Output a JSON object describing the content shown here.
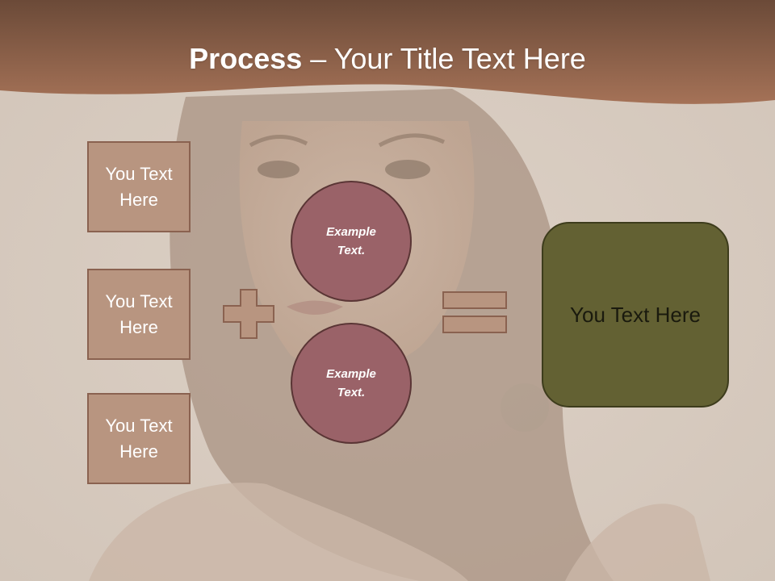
{
  "slide": {
    "title_bold": "Process",
    "title_rest": " – Your Title Text Here",
    "left_boxes": [
      {
        "line1": "You Text",
        "line2": "Here"
      },
      {
        "line1": "You Text",
        "line2": "Here"
      },
      {
        "line1": "You Text",
        "line2": "Here"
      }
    ],
    "circles": [
      {
        "line1": "Example",
        "line2": "Text."
      },
      {
        "line1": "Example",
        "line2": "Text."
      }
    ],
    "result": "You Text Here"
  },
  "colors": {
    "header": "#9a6a50",
    "box_fill": "#b89580",
    "circle_fill": "#9a6268",
    "result_fill": "#636133",
    "background": "#ddd2c8"
  }
}
